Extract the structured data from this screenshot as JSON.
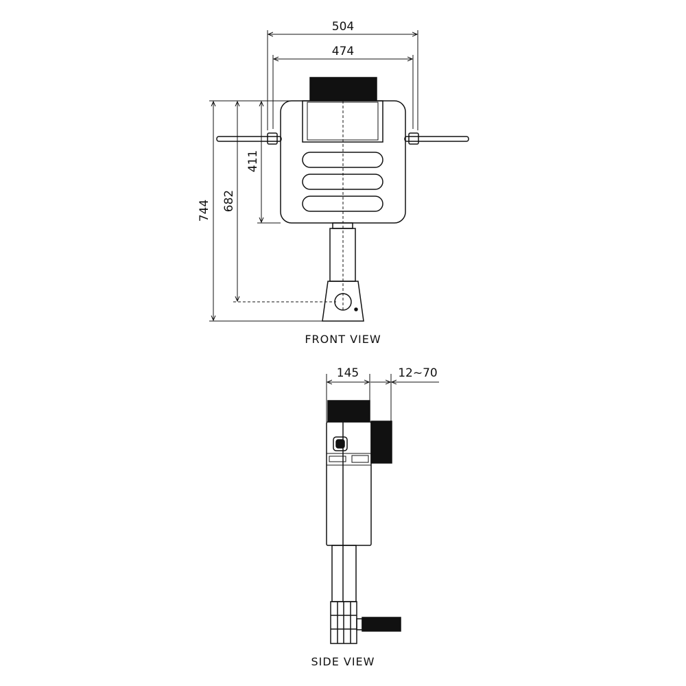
{
  "front_view": {
    "title": "FRONT VIEW",
    "dimensions": {
      "overall_width": "504",
      "inner_width": "474",
      "total_height": "744",
      "outlet_height": "682",
      "tank_height": "411"
    }
  },
  "side_view": {
    "title": "SIDE VIEW",
    "dimensions": {
      "depth": "145",
      "wall_range": "12~70"
    }
  },
  "colors": {
    "line": "#111111",
    "background": "#ffffff"
  }
}
